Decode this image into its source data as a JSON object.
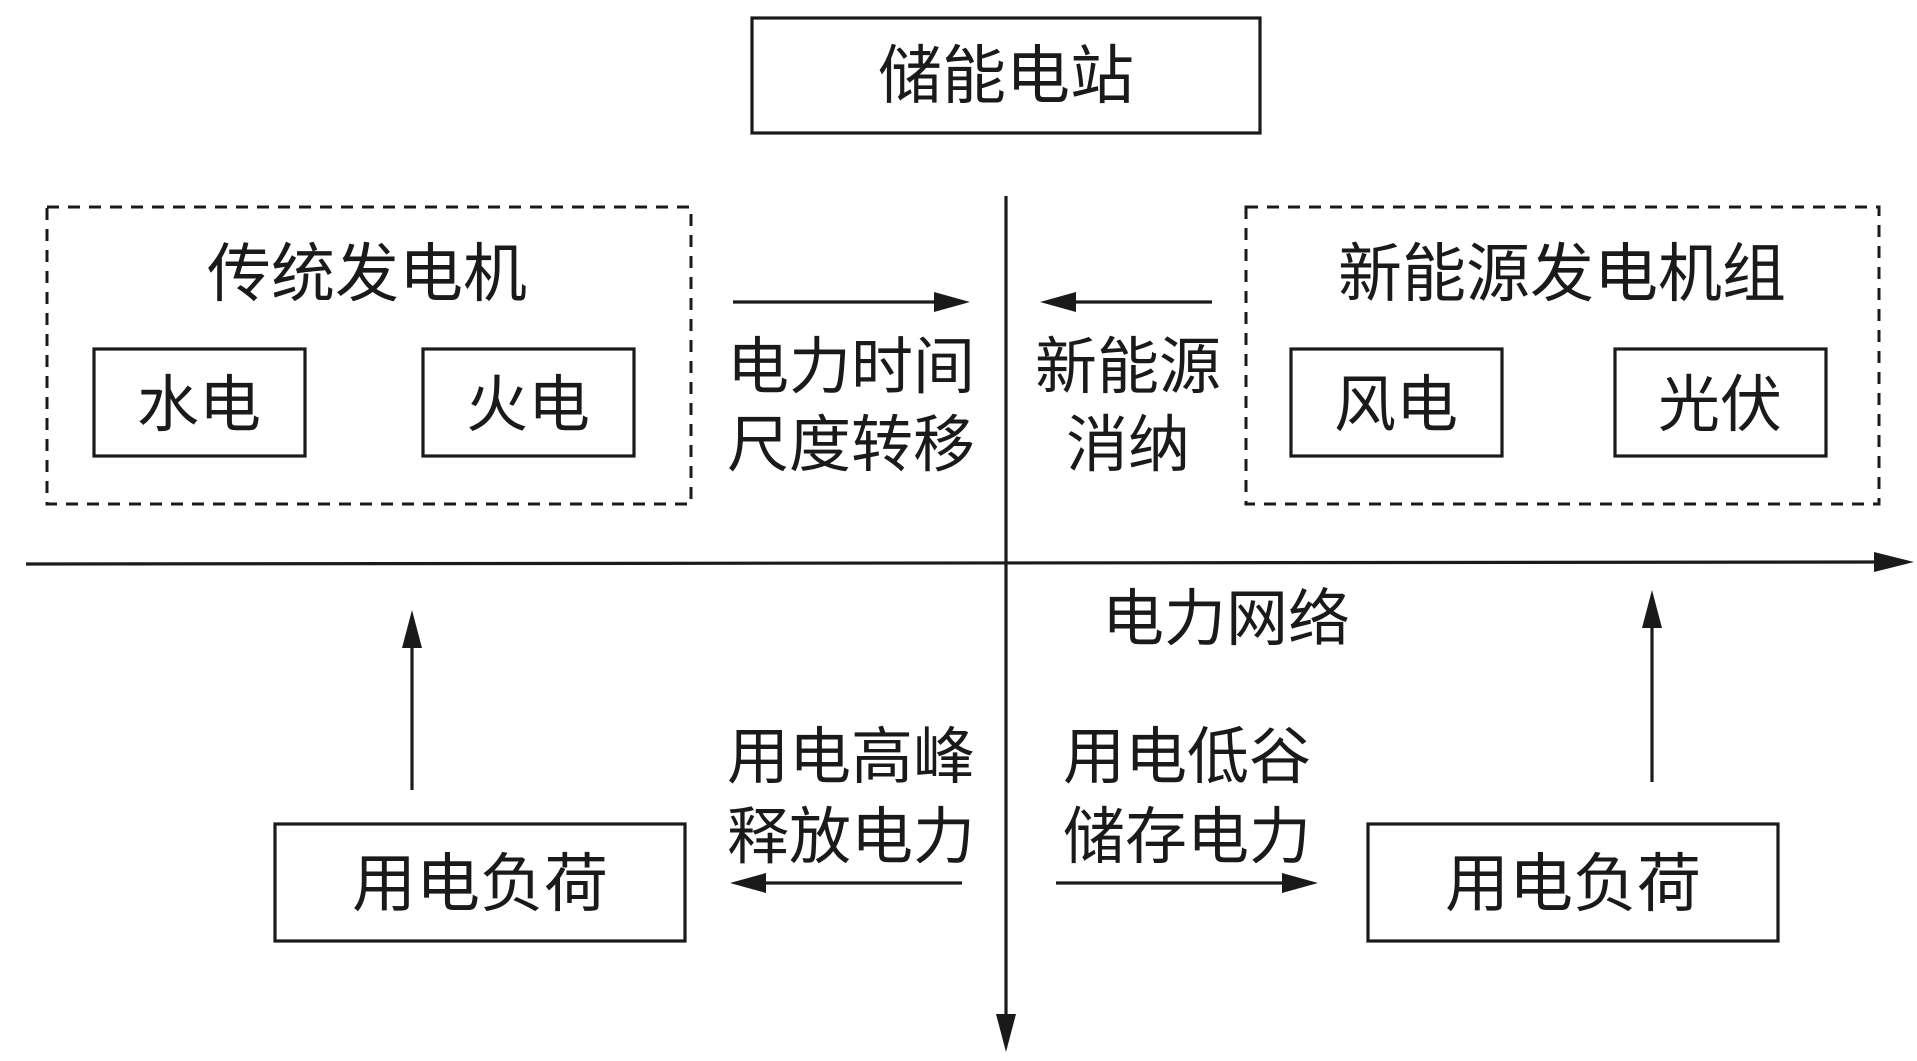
{
  "storage_station": "储能电站",
  "traditional_group": {
    "title": "传统发电机",
    "items": [
      "水电",
      "火电"
    ]
  },
  "renewable_group": {
    "title": "新能源发电机组",
    "items": [
      "风电",
      "光伏"
    ]
  },
  "power_grid": "电力网络",
  "annotations": {
    "time_shift": [
      "电力时间",
      "尺度转移"
    ],
    "renewable_absorb": [
      "新能源",
      "消纳"
    ],
    "peak_release": [
      "用电高峰",
      "释放电力"
    ],
    "valley_store": [
      "用电低谷",
      "储存电力"
    ]
  },
  "load_left": "用电负荷",
  "load_right": "用电负荷",
  "colors": {
    "ink": "#1a1a1a",
    "background": "#ffffff"
  }
}
